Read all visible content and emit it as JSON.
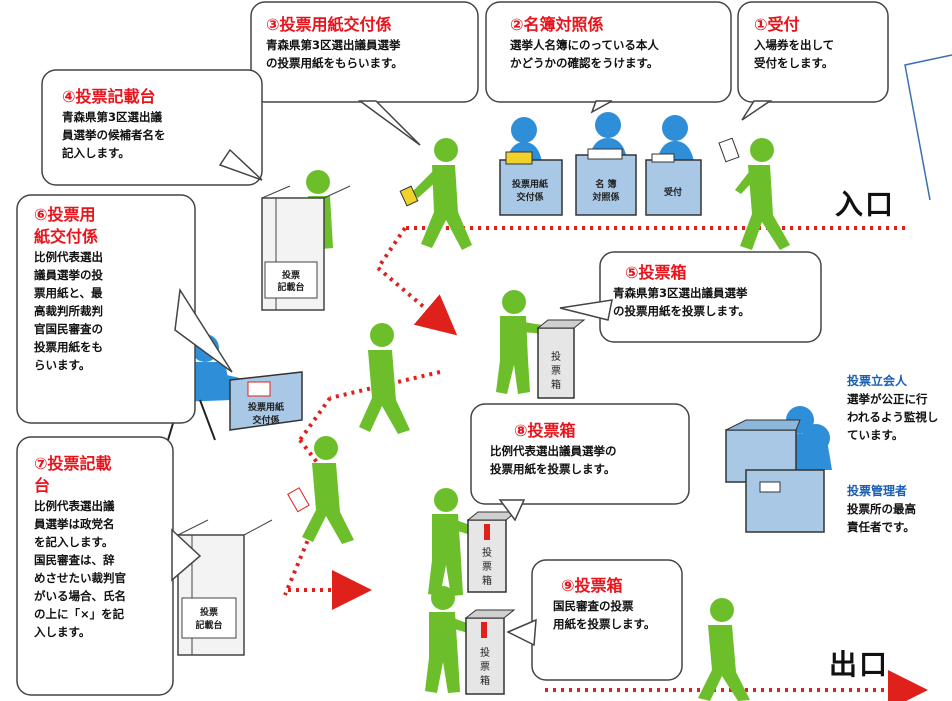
{
  "callouts": [
    {
      "id": "c3",
      "title": "③投票用紙交付係",
      "body": "青森県第3区選出議員選挙\nの投票用紙をもらいます。"
    },
    {
      "id": "c2",
      "title": "②名簿対照係",
      "body": "選挙人名簿にのっている本人\nかどうかの確認をうけます。"
    },
    {
      "id": "c1",
      "title": "①受付",
      "body": "入場券を出して\n受付をします。"
    },
    {
      "id": "c4",
      "title": "④投票記載台",
      "body": "青森県第3区選出議\n員選挙の候補者名を\n記入します。"
    },
    {
      "id": "c6",
      "title": "⑥投票用\n紙交付係",
      "body": "比例代表選出\n議員選挙の投\n票用紙と、最\n高裁判所裁判\n官国民審査の\n投票用紙をも\nらいます。"
    },
    {
      "id": "c5",
      "title": "⑤投票箱",
      "body": "青森県第3区選出議員選挙\nの投票用紙を投票します。"
    },
    {
      "id": "c8",
      "title": "⑧投票箱",
      "body": "比例代表選出議員選挙の\n投票用紙を投票します。"
    },
    {
      "id": "c7",
      "title": "⑦投票記載\n台",
      "body": "比例代表選出議\n員選挙は政党名\nを記入します。\n国民審査は、辞\nめさせたい裁判官\nがいる場合、氏名\nの上に「×」を記\n入します。"
    },
    {
      "id": "c9",
      "title": "⑨投票箱",
      "body": "国民審査の投票\n用紙を投票します。"
    }
  ],
  "observer": {
    "title": "投票立会人",
    "body": "選挙が公正に行\nわれるよう監視し\nています。"
  },
  "manager": {
    "title": "投票管理者",
    "body": "投票所の最高\n責任者です。"
  },
  "entrance_label": "入口",
  "exit_label": "出口",
  "desk_labels": {
    "issue1": "投票用紙\n交付係",
    "roster": "名 簿\n対照係",
    "reception": "受付",
    "issue2": "投票用紙\n交付係"
  },
  "booth_labels": {
    "booth1": "投票\n記載台",
    "booth2": "投票\n記載台"
  },
  "box_label": "投\n票\n箱",
  "colors": {
    "title_red": "#e8141c",
    "side_blue": "#1a5fb4",
    "figure_green": "#6cbf2a",
    "clerk_blue": "#2e8fd8",
    "path_red": "#e0201a"
  }
}
